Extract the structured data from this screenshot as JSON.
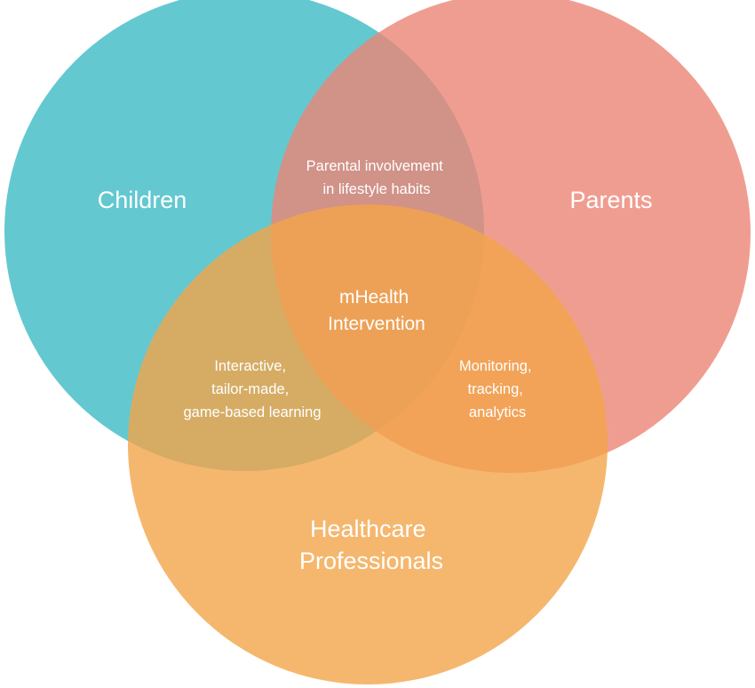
{
  "diagram": {
    "sets": [
      {
        "id": "children",
        "label_lines": [
          "Children"
        ],
        "color": "#3dbac4"
      },
      {
        "id": "parents",
        "label_lines": [
          "Parents"
        ],
        "color": "#ec8575"
      },
      {
        "id": "healthcare",
        "label_lines": [
          "Healthcare",
          "Professionals"
        ],
        "color": "#f2a54a"
      }
    ],
    "intersections": {
      "children_parents": [
        "Parental involvement",
        "in lifestyle habits"
      ],
      "children_healthcare": [
        "Interactive,",
        "tailor-made,",
        "game-based learning"
      ],
      "parents_healthcare": [
        "Monitoring,",
        "tracking,",
        "analytics"
      ],
      "center": [
        "mHealth",
        "Intervention"
      ]
    },
    "circle_opacity": 0.8
  }
}
